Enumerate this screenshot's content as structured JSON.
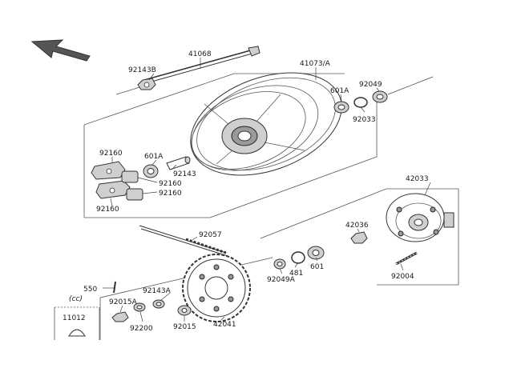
{
  "labels": {
    "p41068": "41068",
    "p92143B": "92143B",
    "p41073A": "41073/A",
    "p601A_top": "601A",
    "p92049": "92049",
    "p92033": "92033",
    "p92160_a": "92160",
    "p601A_left": "601A",
    "p92143": "92143",
    "p92160_b": "92160",
    "p92160_c": "92160",
    "p92160_d": "92160",
    "p42033": "42033",
    "p42036": "42036",
    "p92057": "92057",
    "p481": "481",
    "p601": "601",
    "p92049A": "92049A",
    "p92004": "92004",
    "p550": "550",
    "p92143A": "92143A",
    "p92015A": "92015A",
    "p92200": "92200",
    "p92015": "92015",
    "p42041": "42041",
    "p11012": "11012",
    "cc_note": "(cc)"
  }
}
